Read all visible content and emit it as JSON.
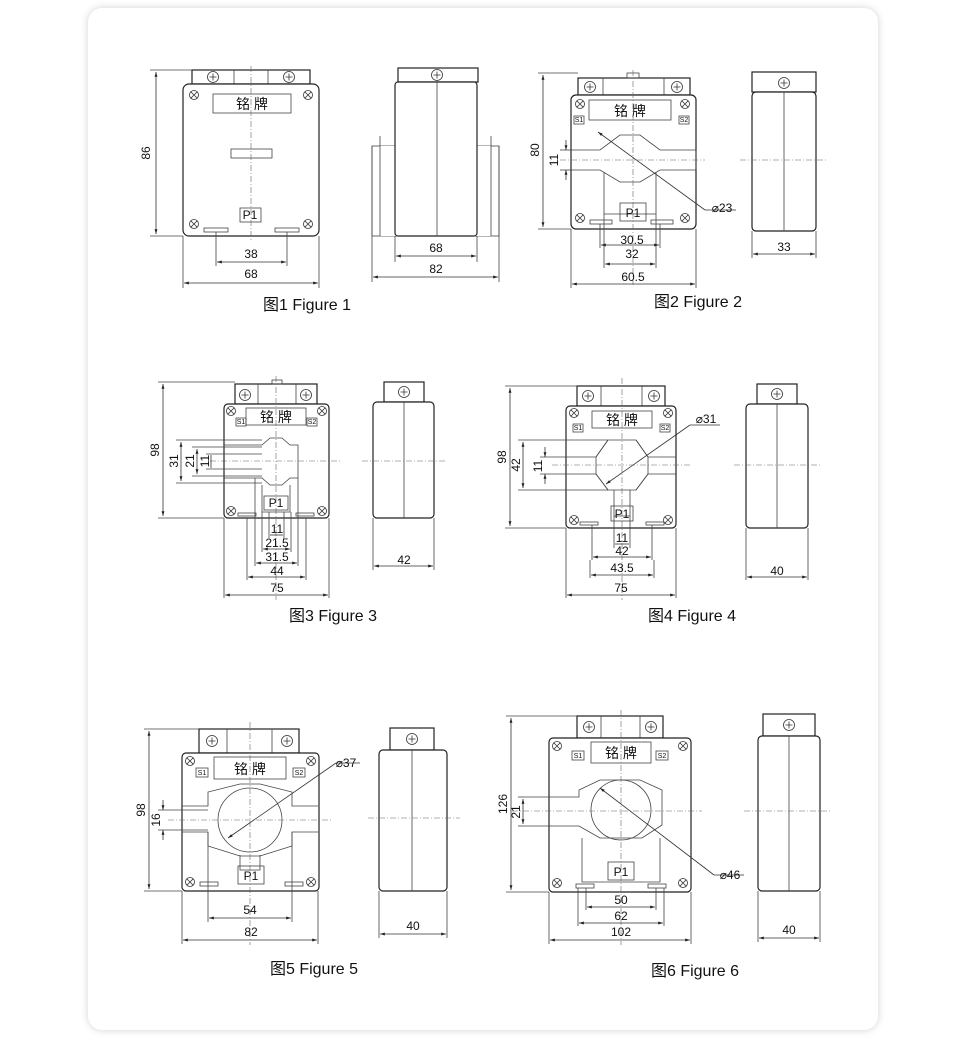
{
  "captions": [
    "图1 Figure 1",
    "图2 Figure 2",
    "图3 Figure 3",
    "图4 Figure 4",
    "图5 Figure 5",
    "图6 Figure 6"
  ],
  "labels": {
    "nameplate": "铭 牌",
    "p1": "P1",
    "s1": "S1",
    "s2": "S2"
  },
  "fig1": {
    "height": "86",
    "slot": "38",
    "width": "68",
    "side_inner": "68",
    "side_outer": "82"
  },
  "fig2": {
    "height": "80",
    "window": "11",
    "dia": "⌀23",
    "w1": "30.5",
    "w2": "32",
    "width": "60.5",
    "depth": "33"
  },
  "fig3": {
    "height": "98",
    "d31": "31",
    "d21": "21",
    "d11": "11",
    "w11": "11",
    "w215": "21.5",
    "w315": "31.5",
    "w44": "44",
    "width": "75",
    "depth": "42"
  },
  "fig4": {
    "height": "98",
    "h42": "42",
    "h11": "11",
    "dia": "⌀31",
    "w11": "11",
    "w42": "42",
    "w435": "43.5",
    "width": "75",
    "depth": "40"
  },
  "fig5": {
    "height": "98",
    "h16": "16",
    "dia": "⌀37",
    "w54": "54",
    "width": "82",
    "depth": "40"
  },
  "fig6": {
    "height": "126",
    "h21": "21",
    "dia": "⌀46",
    "w50": "50",
    "w62": "62",
    "width": "102",
    "depth": "40"
  }
}
